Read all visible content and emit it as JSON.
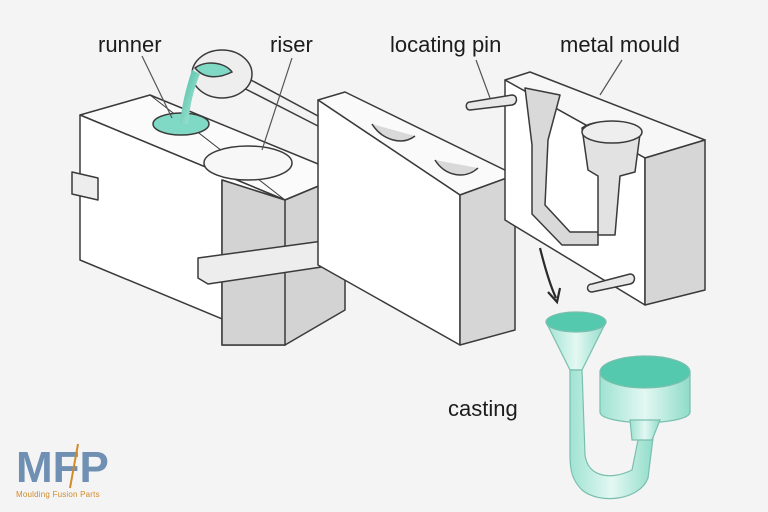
{
  "labels": {
    "runner": "runner",
    "riser": "riser",
    "locating_pin": "locating pin",
    "metal_mould": "metal mould",
    "casting": "casting"
  },
  "logo": {
    "mark": "MFP",
    "caption": "Moulding Fusion Parts"
  },
  "colors": {
    "mould_face": "#ffffff",
    "mould_shade": "#d9d9d9",
    "mould_dark": "#bdbdbd",
    "outline": "#3a3a3a",
    "molten_metal": "#7fd9c4",
    "molten_metal_dark": "#3fb89c",
    "logo_blue": "#5a7fa8",
    "logo_orange": "#d08a2a"
  }
}
